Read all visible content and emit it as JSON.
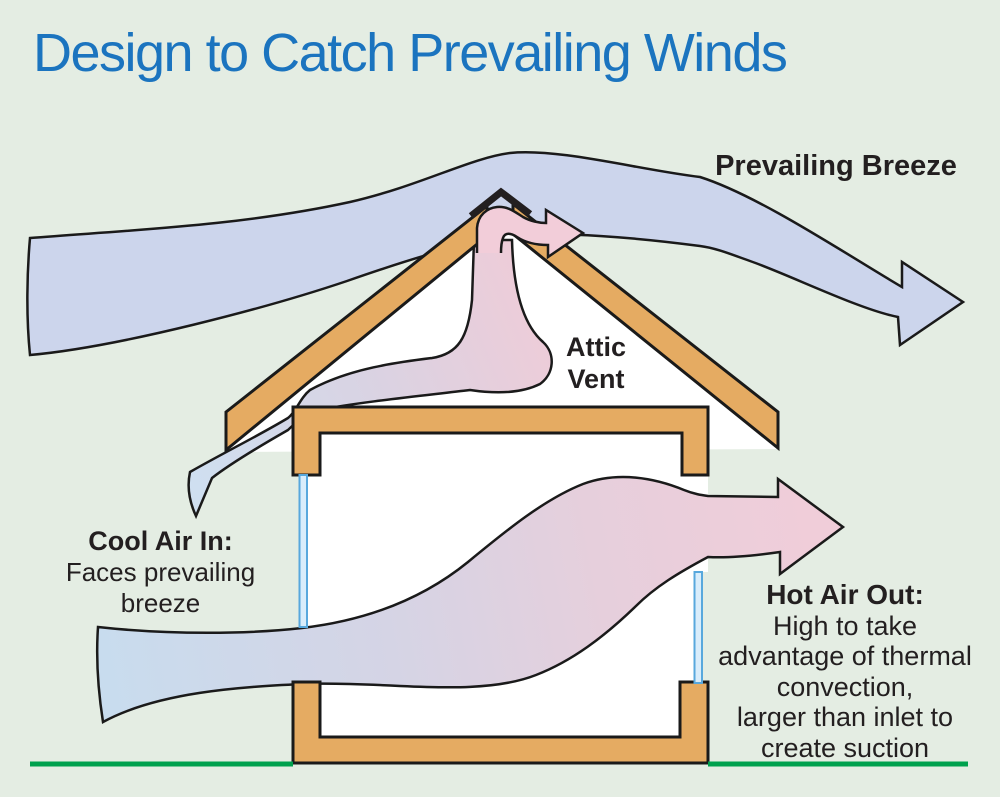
{
  "title": {
    "text": "Design to Catch Prevailing Winds",
    "color": "#1b74bf"
  },
  "labels": {
    "prevailing_breeze": "Prevailing Breeze",
    "attic_vent": {
      "line1": "Attic",
      "line2": "Vent"
    },
    "cool_air_in": {
      "heading": "Cool Air In:",
      "line1": "Faces prevailing",
      "line2": "breeze"
    },
    "hot_air_out": {
      "heading": "Hot Air Out:",
      "line1": "High to take",
      "line2": "advantage of thermal",
      "line3": "convection,",
      "line4": "larger than inlet to",
      "line5": "create suction"
    }
  },
  "colors": {
    "background": "#e4ede3",
    "breeze_blue": "#ccd5ec",
    "airflow_pink": "#f2cdd9",
    "airflow_lavender": "#d9d3e3",
    "airflow_cool_blue": "#c8dcee",
    "wood_tan": "#e5ab62",
    "outline_black": "#1a1a1a",
    "ground_green": "#00a14e",
    "window_fill": "#d9edfb",
    "window_stroke": "#58a8dd",
    "title_blue": "#1b74bf",
    "text_dark": "#231f20"
  },
  "icons": {
    "prevailing_breeze_arrow": "curved-wind-arrow-right",
    "attic_vent_arrow": "vent-exit-arrow-right",
    "interior_airflow_arrow": "cross-ventilation-arrow-right",
    "eave_inlet_arrow": "eave-airflow-arrow",
    "roof_ridge_cap": "chevron-ridge-cap"
  }
}
